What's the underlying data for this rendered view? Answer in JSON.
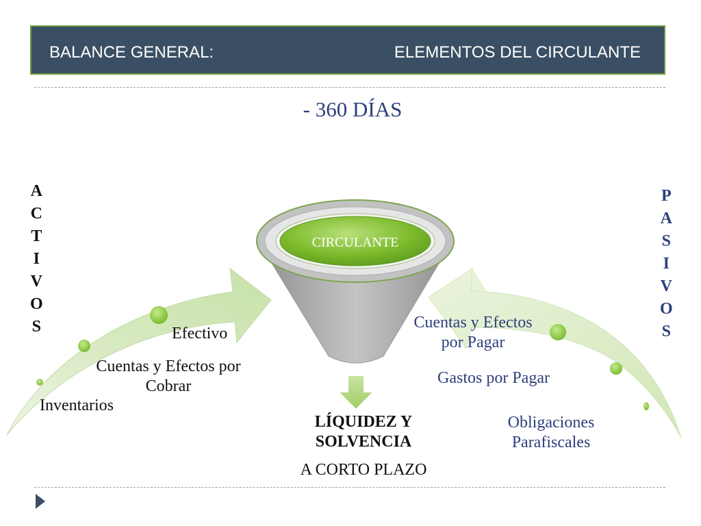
{
  "header": {
    "left_title": "BALANCE GENERAL:",
    "right_title": "ELEMENTOS DEL CIRCULANTE"
  },
  "subtitle": "- 360 DÍAS",
  "left_vertical": [
    "A",
    "C",
    "T",
    "I",
    "V",
    "O",
    "S"
  ],
  "right_vertical": [
    "P",
    "A",
    "S",
    "I",
    "V",
    "O",
    "S"
  ],
  "activos_items": {
    "efectivo": "Efectivo",
    "cuentas_cobrar": [
      "Cuentas y Efectos por",
      "Cobrar"
    ],
    "inventarios": "Inventarios"
  },
  "pasivos_items": {
    "cuentas_pagar": [
      "Cuentas y Efectos",
      "por Pagar"
    ],
    "gastos_pagar": "Gastos por Pagar",
    "obligaciones": [
      "Obligaciones",
      "Parafiscales"
    ]
  },
  "funnel": {
    "label": "CIRCULANTE"
  },
  "result": {
    "line1": "LÍQUIDEZ Y",
    "line2": "SOLVENCIA",
    "line3": "A CORTO PLAZO"
  },
  "colors": {
    "header_bg": "#3b4f64",
    "header_border": "#6e9a3b",
    "navy_text": "#2e3f7c",
    "arrow_fill": "#dcebc8",
    "dot_green": "#8cc63f",
    "funnel_gray": "#a6a6a6"
  },
  "icons": {
    "footer": "play-triangle-icon"
  }
}
